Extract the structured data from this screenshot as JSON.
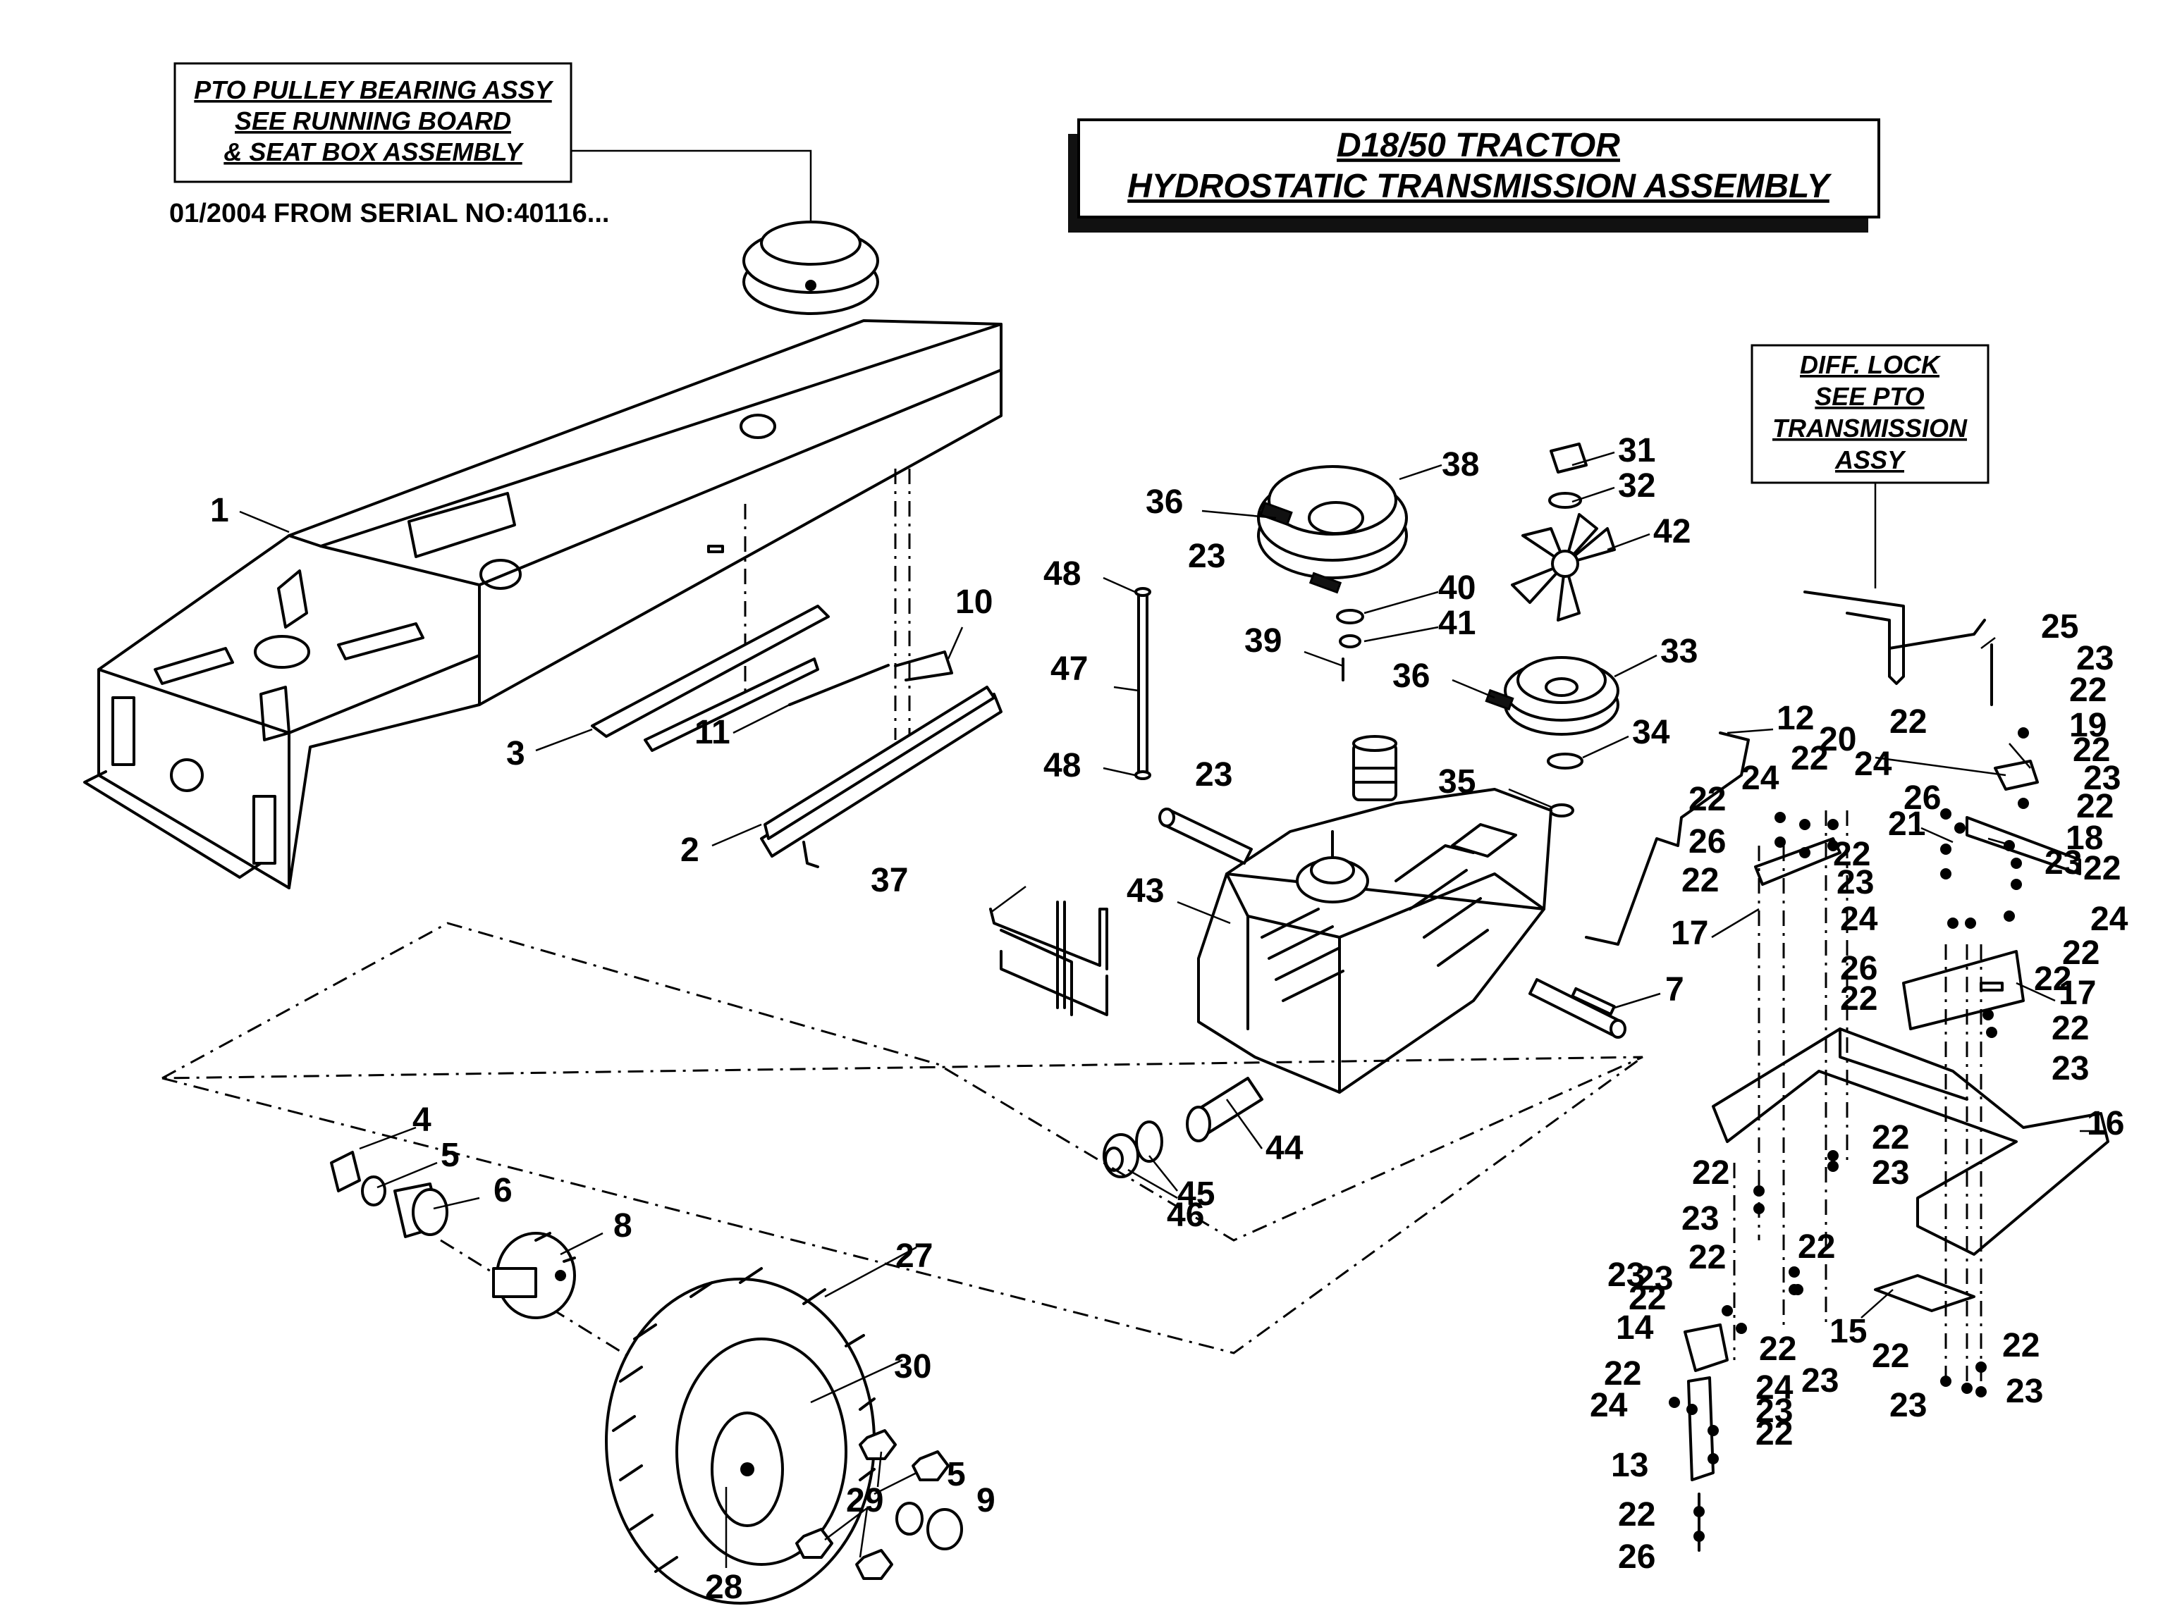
{
  "title_box": {
    "line1": "D18/50 TRACTOR",
    "line2": "HYDROSTATIC TRANSMISSION ASSEMBLY"
  },
  "pto_note": {
    "line1": "PTO PULLEY BEARING ASSY",
    "line2": "SEE RUNNING BOARD",
    "line3": "& SEAT BOX ASSEMBLY"
  },
  "serial_note": "01/2004 FROM SERIAL NO:40116...",
  "diff_note": {
    "line1": "DIFF. LOCK",
    "line2": "SEE PTO",
    "line3": "TRANSMISSION",
    "line4": "ASSY"
  },
  "labels": {
    "n1": "1",
    "n2": "2",
    "n3": "3",
    "n4": "4",
    "n5a": "5",
    "n5b": "5",
    "n6": "6",
    "n7": "7",
    "n8": "8",
    "n9": "9",
    "n10": "10",
    "n11": "11",
    "n12": "12",
    "n13": "13",
    "n14": "14",
    "n15": "15",
    "n16": "16",
    "n17a": "17",
    "n17b": "17",
    "n18": "18",
    "n19": "19",
    "n20": "20",
    "n21": "21",
    "n22a": "22",
    "n22b": "22",
    "n22c": "22",
    "n22d": "22",
    "n22e": "22",
    "n22f": "22",
    "n22g": "22",
    "n22h": "22",
    "n22i": "22",
    "n22j": "22",
    "n22k": "22",
    "n22l": "22",
    "n22m": "22",
    "n22n": "22",
    "n22o": "22",
    "n22p": "22",
    "n22q": "22",
    "n22r": "22",
    "n22s": "22",
    "n22t": "22",
    "n22u": "22",
    "n22v": "22",
    "n22w": "22",
    "n22x": "22",
    "n23a": "23",
    "n23b": "23",
    "n23c": "23",
    "n23d": "23",
    "n23e": "23",
    "n23f": "23",
    "n23g": "23",
    "n23h": "23",
    "n23i": "23",
    "n23j": "23",
    "n23k": "23",
    "n23l": "23",
    "n23m": "23",
    "n23n": "23",
    "n23o": "23",
    "n24a": "24",
    "n24b": "24",
    "n24c": "24",
    "n24d": "24",
    "n24e": "24",
    "n24f": "24",
    "n25": "25",
    "n26a": "26",
    "n26b": "26",
    "n26c": "26",
    "n26d": "26",
    "n27": "27",
    "n28": "28",
    "n29": "29",
    "n30": "30",
    "n31": "31",
    "n32": "32",
    "n33": "33",
    "n34": "34",
    "n35": "35",
    "n36a": "36",
    "n36b": "36",
    "n37": "37",
    "n38": "38",
    "n39": "39",
    "n40": "40",
    "n41": "41",
    "n42": "42",
    "n43": "43",
    "n44": "44",
    "n45": "45",
    "n46": "46",
    "n47": "47",
    "n48a": "48",
    "n48b": "48"
  }
}
